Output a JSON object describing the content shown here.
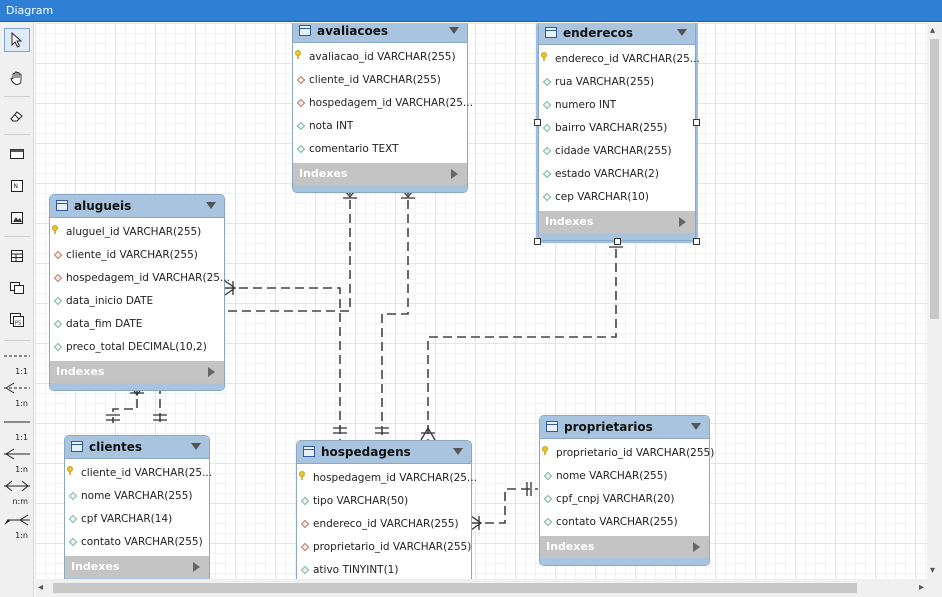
{
  "window": {
    "title": "Diagram"
  },
  "toolbar": {
    "tools": [
      "pointer-icon",
      "hand-icon",
      "eraser-icon",
      "layer-icon",
      "note-icon",
      "image-icon",
      "table-icon",
      "view-icon",
      "routine-group-icon"
    ],
    "relationships": [
      "1:1",
      "1:n",
      "1:1",
      "1:n",
      "n:m",
      "1:n"
    ]
  },
  "tables": {
    "avaliacoes": {
      "name": "avaliacoes",
      "footer": "Indexes",
      "columns": [
        {
          "label": "avaliacao_id VARCHAR(255)",
          "kind": "pk"
        },
        {
          "label": "cliente_id VARCHAR(255)",
          "kind": "fk"
        },
        {
          "label": "hospedagem_id VARCHAR(25...",
          "kind": "fk"
        },
        {
          "label": "nota INT",
          "kind": "col"
        },
        {
          "label": "comentario TEXT",
          "kind": "col"
        }
      ]
    },
    "enderecos": {
      "name": "enderecos",
      "footer": "Indexes",
      "columns": [
        {
          "label": "endereco_id VARCHAR(25...",
          "kind": "pk"
        },
        {
          "label": "rua VARCHAR(255)",
          "kind": "col"
        },
        {
          "label": "numero INT",
          "kind": "col"
        },
        {
          "label": "bairro VARCHAR(255)",
          "kind": "col"
        },
        {
          "label": "cidade VARCHAR(255)",
          "kind": "col"
        },
        {
          "label": "estado VARCHAR(2)",
          "kind": "col"
        },
        {
          "label": "cep VARCHAR(10)",
          "kind": "col"
        }
      ]
    },
    "alugueis": {
      "name": "alugueis",
      "footer": "Indexes",
      "columns": [
        {
          "label": "aluguel_id VARCHAR(255)",
          "kind": "pk"
        },
        {
          "label": "cliente_id VARCHAR(255)",
          "kind": "fk"
        },
        {
          "label": "hospedagem_id VARCHAR(25...",
          "kind": "fk"
        },
        {
          "label": "data_inicio DATE",
          "kind": "col"
        },
        {
          "label": "data_fim DATE",
          "kind": "col"
        },
        {
          "label": "preco_total DECIMAL(10,2)",
          "kind": "col"
        }
      ]
    },
    "clientes": {
      "name": "clientes",
      "footer": "Indexes",
      "columns": [
        {
          "label": "cliente_id VARCHAR(25...",
          "kind": "pk"
        },
        {
          "label": "nome VARCHAR(255)",
          "kind": "col"
        },
        {
          "label": "cpf VARCHAR(14)",
          "kind": "col"
        },
        {
          "label": "contato VARCHAR(255)",
          "kind": "col"
        }
      ]
    },
    "hospedagens": {
      "name": "hospedagens",
      "columns": [
        {
          "label": "hospedagem_id VARCHAR(25...",
          "kind": "pk"
        },
        {
          "label": "tipo VARCHAR(50)",
          "kind": "col"
        },
        {
          "label": "endereco_id VARCHAR(255)",
          "kind": "fk"
        },
        {
          "label": "proprietario_id VARCHAR(255)",
          "kind": "fk"
        },
        {
          "label": "ativo TINYINT(1)",
          "kind": "col"
        }
      ]
    },
    "proprietarios": {
      "name": "proprietarios",
      "footer": "Indexes",
      "columns": [
        {
          "label": "proprietario_id VARCHAR(255)",
          "kind": "pk"
        },
        {
          "label": "nome VARCHAR(255)",
          "kind": "col"
        },
        {
          "label": "cpf_cnpj VARCHAR(20)",
          "kind": "col"
        },
        {
          "label": "contato VARCHAR(255)",
          "kind": "col"
        }
      ]
    }
  }
}
